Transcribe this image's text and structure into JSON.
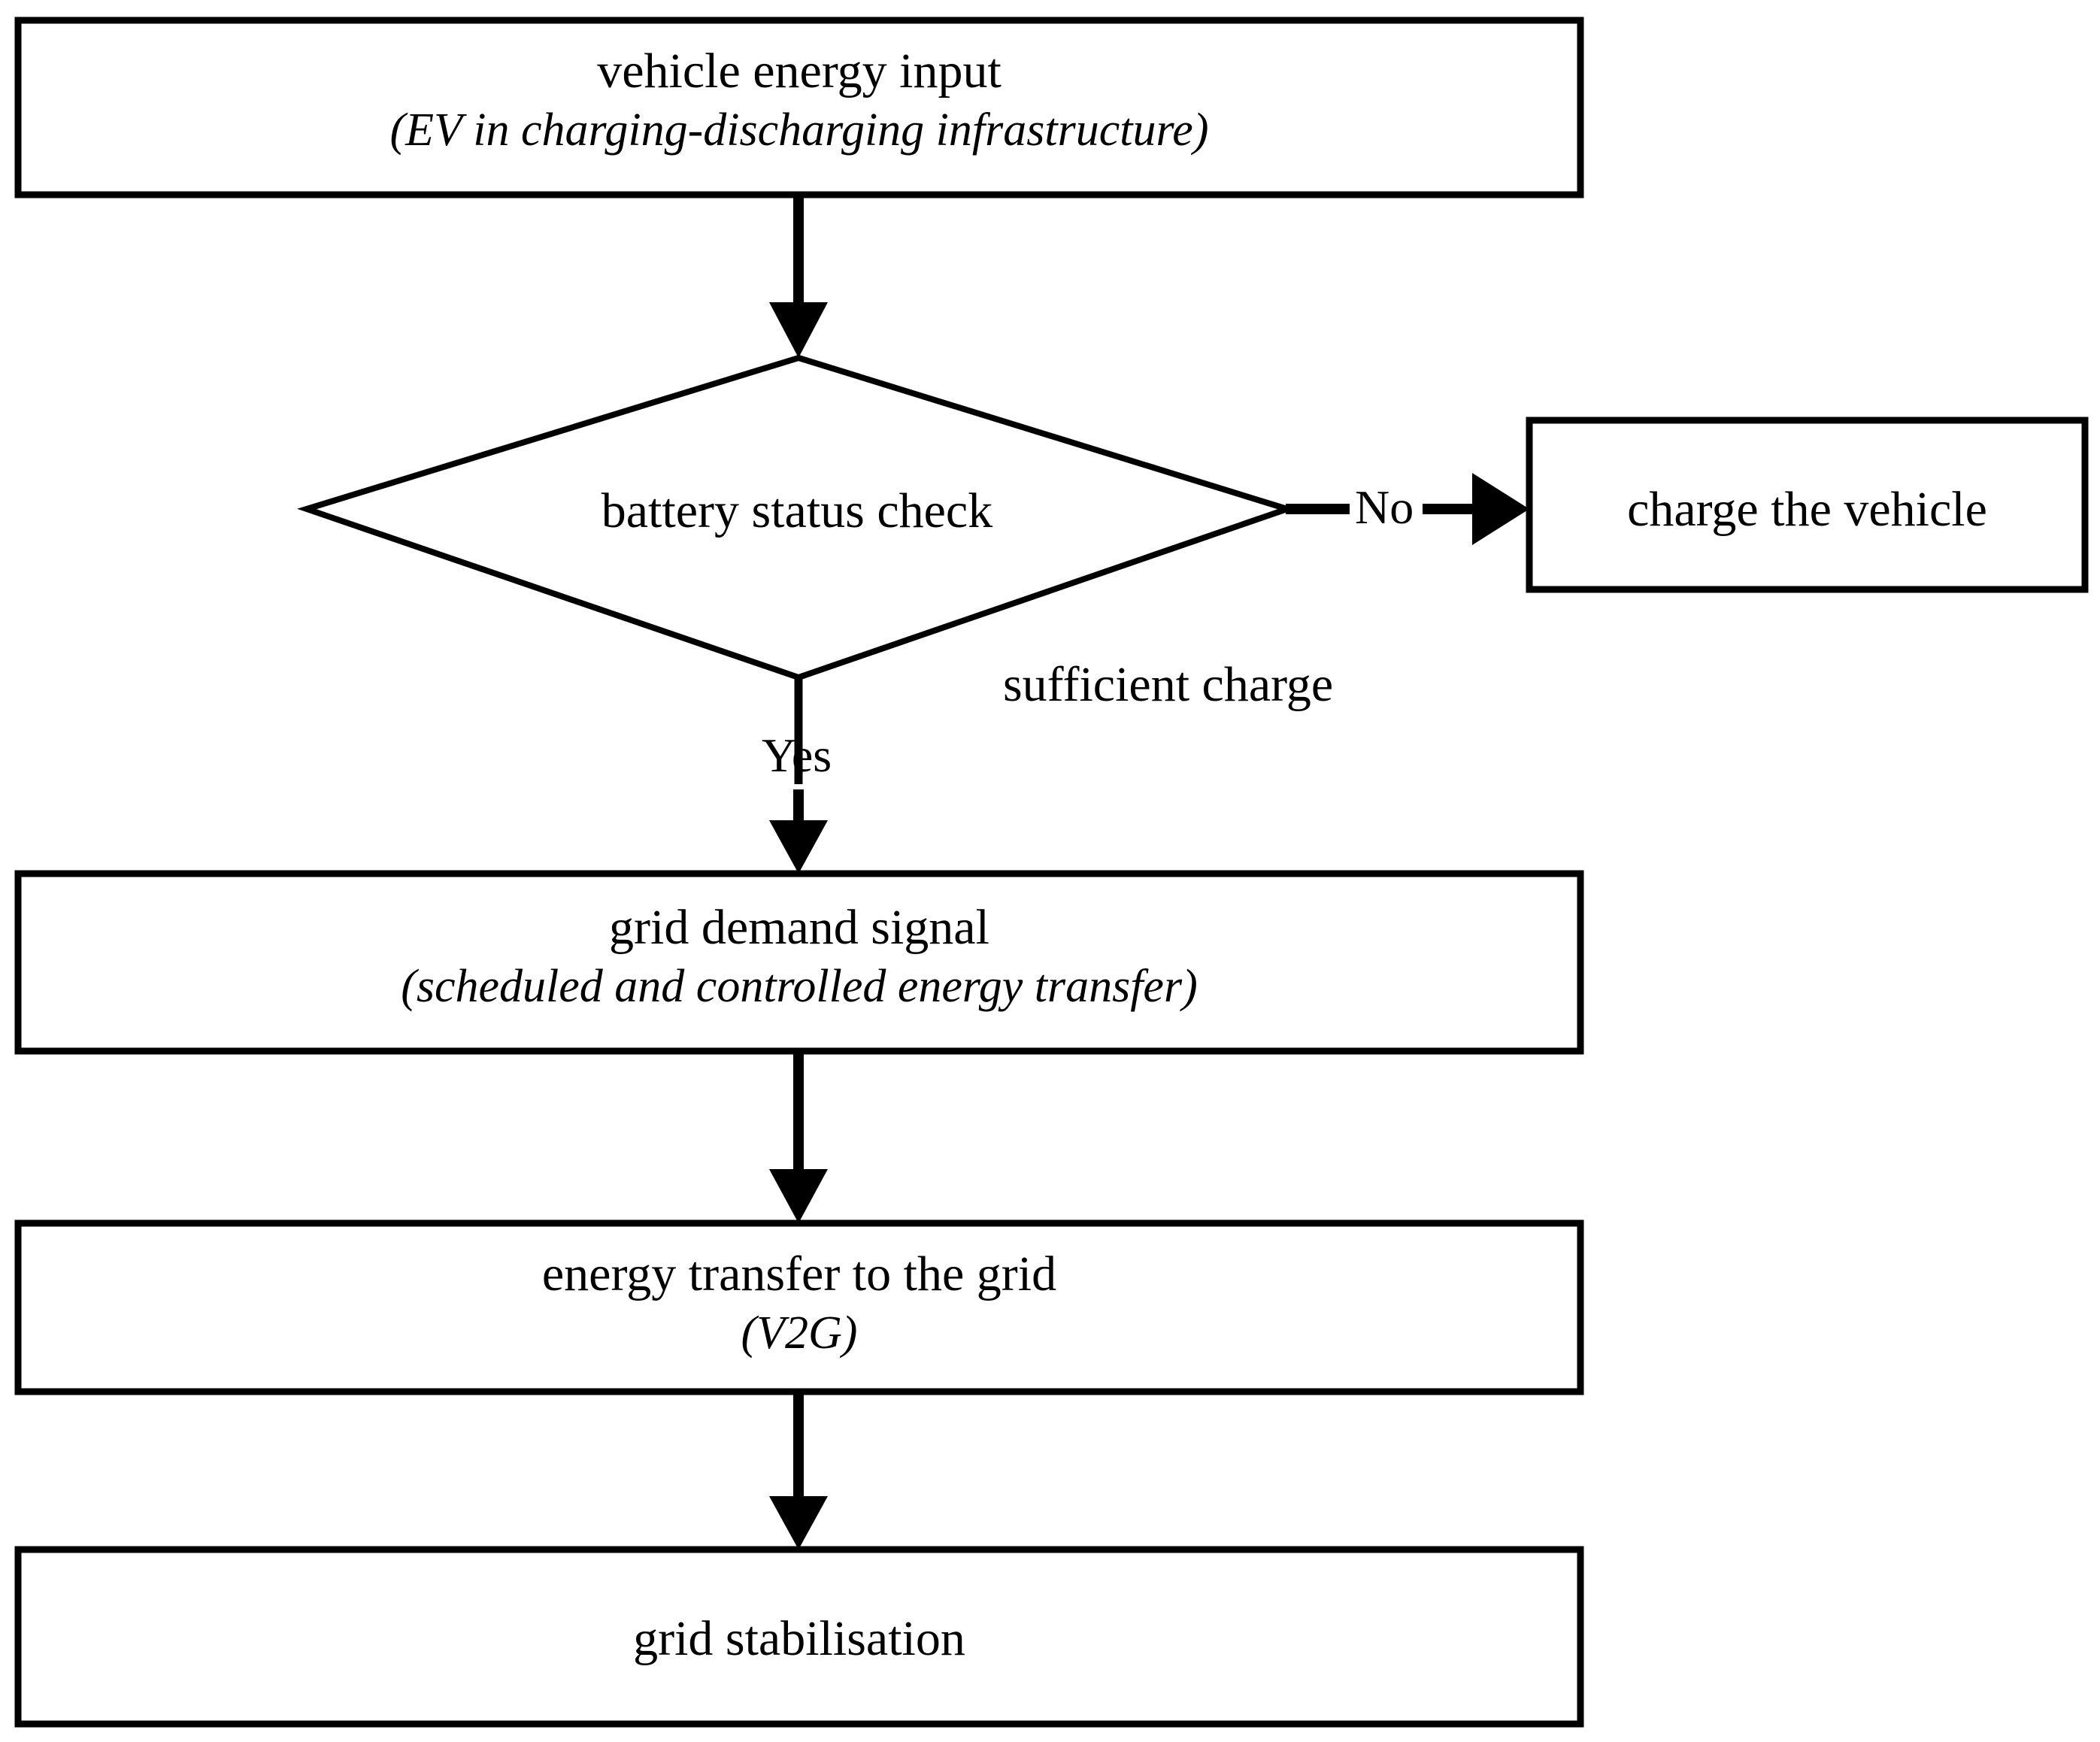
{
  "diagram": {
    "type": "flowchart",
    "title": "Vehicle-to-Grid (V2G) energy flow decision process",
    "orientation": "top-to-bottom",
    "background_color": "#ffffff",
    "stroke_color": "#000000",
    "nodes": [
      {
        "id": "vehicle-energy-input",
        "shape": "rectangle",
        "title": "vehicle energy input",
        "subtitle": "(EV in charging-discharging infrastructure)"
      },
      {
        "id": "battery-status-check",
        "shape": "diamond",
        "title": "battery status check",
        "subtitle": ""
      },
      {
        "id": "charge-the-vehicle",
        "shape": "rectangle",
        "title": "charge the vehicle",
        "subtitle": ""
      },
      {
        "id": "grid-demand-signal",
        "shape": "rectangle",
        "title": "grid demand signal",
        "subtitle": "(scheduled and controlled energy transfer)"
      },
      {
        "id": "energy-transfer-to-the-grid",
        "shape": "rectangle",
        "title": "energy transfer to the grid",
        "subtitle": "(V2G)"
      },
      {
        "id": "grid-stabilisation",
        "shape": "rectangle",
        "title": "grid stabilisation",
        "subtitle": ""
      }
    ],
    "edges": [
      {
        "id": "input-to-check",
        "from": "vehicle-energy-input",
        "to": "battery-status-check",
        "label": ""
      },
      {
        "id": "check-to-charge",
        "from": "battery-status-check",
        "to": "charge-the-vehicle",
        "label": "No"
      },
      {
        "id": "check-to-demand",
        "from": "battery-status-check",
        "to": "grid-demand-signal",
        "label": "Yes"
      },
      {
        "id": "demand-to-transfer",
        "from": "grid-demand-signal",
        "to": "energy-transfer-to-the-grid",
        "label": ""
      },
      {
        "id": "transfer-to-stabilisation",
        "from": "energy-transfer-to-the-grid",
        "to": "grid-stabilisation",
        "label": ""
      }
    ],
    "annotations": [
      {
        "id": "sufficient-charge-note",
        "text": "sufficient charge"
      }
    ]
  }
}
